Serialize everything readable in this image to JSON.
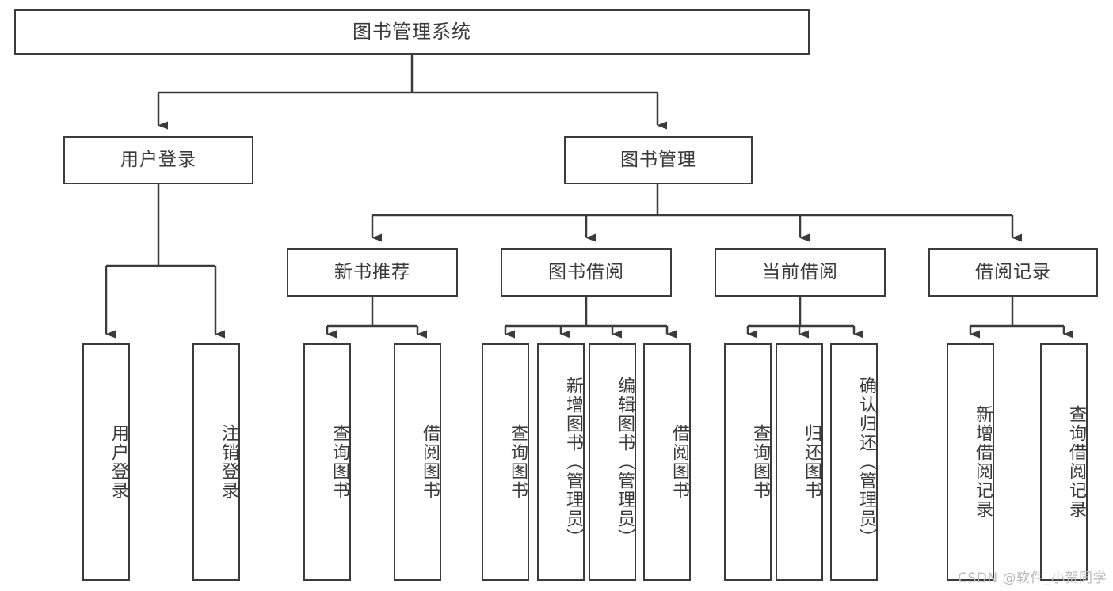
{
  "diagram": {
    "title": "图书管理系统",
    "type": "hierarchy-tree",
    "watermark": "CSDN @软件_小贺同学",
    "colors": {
      "stroke": "#3b3b3b",
      "text": "#3a3a3a",
      "background": "#ffffff",
      "watermark": "#b9b9b9"
    },
    "root": {
      "label": "图书管理系统"
    },
    "level1": [
      {
        "label": "用户登录"
      },
      {
        "label": "图书管理"
      }
    ],
    "level2": [
      {
        "label": "新书推荐"
      },
      {
        "label": "图书借阅"
      },
      {
        "label": "当前借阅"
      },
      {
        "label": "借阅记录"
      }
    ],
    "leaves": {
      "user_login": [
        {
          "label": "用户登录"
        },
        {
          "label": "注销登录"
        }
      ],
      "new_book_recommend": [
        {
          "label": "查询图书"
        },
        {
          "label": "借阅图书"
        }
      ],
      "book_borrow": [
        {
          "label": "查询图书"
        },
        {
          "label": "新增图书（管理员）"
        },
        {
          "label": "编辑图书（管理员）"
        },
        {
          "label": "借阅图书"
        }
      ],
      "current_borrow": [
        {
          "label": "查询图书"
        },
        {
          "label": "归还图书"
        },
        {
          "label": "确认归还（管理员）"
        }
      ],
      "borrow_record": [
        {
          "label": "新增借阅记录"
        },
        {
          "label": "查询借阅记录"
        }
      ]
    }
  }
}
